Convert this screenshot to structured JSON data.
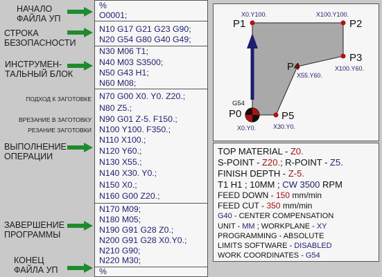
{
  "left_labels": {
    "program_start": [
      "НАЧАЛО",
      "ФАЙЛА УП"
    ],
    "safety_line": [
      "СТРОКА",
      "БЕЗОПАСНОСТИ"
    ],
    "tool_block": [
      "ИНСТРУМЕН-",
      "ТАЛЬНЫЙ БЛОК"
    ],
    "approach": "ПОДХОД К ЗАГОТОВКЕ",
    "plunge": "ВРЕЗАНИЕ В ЗАГОТОВКУ",
    "cutting": "РЕЗАНИЕ ЗАГОТОВКИ",
    "operation": [
      "ВЫПОЛНЕНИЕ",
      "ОПЕРАЦИИ"
    ],
    "program_end": [
      "ЗАВЕРШЕНИЕ",
      "ПРОГРАММЫ"
    ],
    "file_end": [
      "КОНЕЦ",
      "ФАЙЛА УП"
    ]
  },
  "code_lines": [
    "%",
    "O0001;",
    "N10 G17 G21 G23 G90;",
    "N20 G54 G80 G40 G49;",
    "N30 M06 T1;",
    "N40 M03 S3500;",
    "N50 G43 H1;",
    "N60 M08;",
    "N70 G00 X0. Y0. Z20.;",
    "N80 Z5.;",
    "N90 G01 Z-5. F150.;",
    "N100 Y100. F350.;",
    "N110 X100.;",
    "N120 Y60.;",
    "N130 X55.;",
    "N140 X30. Y0.;",
    "N150 X0.;",
    "N160 G00 Z20.;",
    "N170 M09;",
    "N180 M05;",
    "N190 G91 G28 Z0.;",
    "N200 G91 G28 X0.Y0.;",
    "N210 G90;",
    "N220 M30;",
    "%"
  ],
  "diagram": {
    "points": {
      "p0": {
        "label": "P0",
        "coord": "X0.Y0."
      },
      "p1": {
        "label": "P1",
        "coord": "X0.Y100."
      },
      "p2": {
        "label": "P2",
        "coord": "X100.Y100."
      },
      "p3": {
        "label": "P3",
        "coord": "X100.Y60."
      },
      "p4": {
        "label": "P4",
        "coord": "X55.Y60."
      },
      "p5": {
        "label": "P5",
        "coord": "X30.Y0."
      }
    },
    "origin_label": "G54"
  },
  "info": {
    "top_material_label": "TOP MATERIAL - ",
    "top_material_value": "Z0.",
    "s_point_label": "S-POINT - ",
    "s_point_value": "Z20.",
    "r_point_label": "; R-POINT - ",
    "r_point_value": "Z5.",
    "finish_depth_label": "FINISH DEPTH - ",
    "finish_depth_value": "Z-5.",
    "tool_label": "T1 H1 ; 10MM ; ",
    "tool_speed": "CW 3500",
    "tool_rpm": " RPM",
    "feed_down_label": "FEED DOWN - ",
    "feed_down_value": "150",
    "feed_down_unit": " mm/min",
    "feed_cut_label": "FEED CUT - ",
    "feed_cut_value": "350",
    "feed_cut_unit": " mm/min",
    "g40_code": "G40",
    "g40_text": " - CENTER COMPENSATION",
    "unit_label": "UNIT - ",
    "unit_value": "MM",
    "workplane_label": " ; WORKPLANE - ",
    "workplane_value": "XY",
    "programming": "PROGRAMMING - ABSOLUTE",
    "limits_label": "LIMITS SOFTWARE - ",
    "limits_value": "DISABLED",
    "work_coords_label": "WORK COORDINATES - ",
    "work_coords_value": "G54"
  },
  "colors": {
    "arrow_green": "#1e8c2d",
    "code_blue": "#1d1f6e",
    "value_red": "#9b1111",
    "shape_fill": "#a9a9a9",
    "point_red": "#b31010"
  }
}
